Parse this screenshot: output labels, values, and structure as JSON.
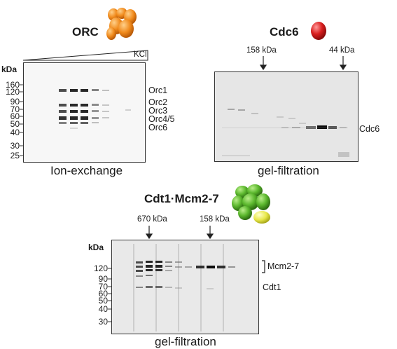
{
  "panels": {
    "orc": {
      "title": "ORC",
      "caption": "Ion-exchange",
      "unit": "kDa",
      "gradient_label": "KCl",
      "mw_markers": [
        "160",
        "120",
        "90",
        "70",
        "60",
        "50",
        "40",
        "30",
        "25"
      ],
      "bands": [
        "Orc1",
        "Orc2",
        "Orc3",
        "Orc4/5",
        "Orc6"
      ]
    },
    "cdc6": {
      "title": "Cdc6",
      "caption": "gel-filtration",
      "size_markers": [
        "158 kDa",
        "44 kDa"
      ],
      "bands": [
        "Cdc6"
      ]
    },
    "cdt1": {
      "title": "Cdt1·Mcm2-7",
      "caption": "gel-filtration",
      "unit": "kDa",
      "size_markers": [
        "670 kDa",
        "158 kDa"
      ],
      "mw_markers": [
        "120",
        "90",
        "70",
        "60",
        "50",
        "40",
        "30"
      ],
      "bands": [
        "Mcm2-7",
        "Cdt1"
      ]
    }
  },
  "colors": {
    "orc_complex": "#f08a1c",
    "cdc6_protein": "#d91e1e",
    "mcm_complex": "#5cb82e",
    "cdt1_protein": "#e8e84a"
  }
}
